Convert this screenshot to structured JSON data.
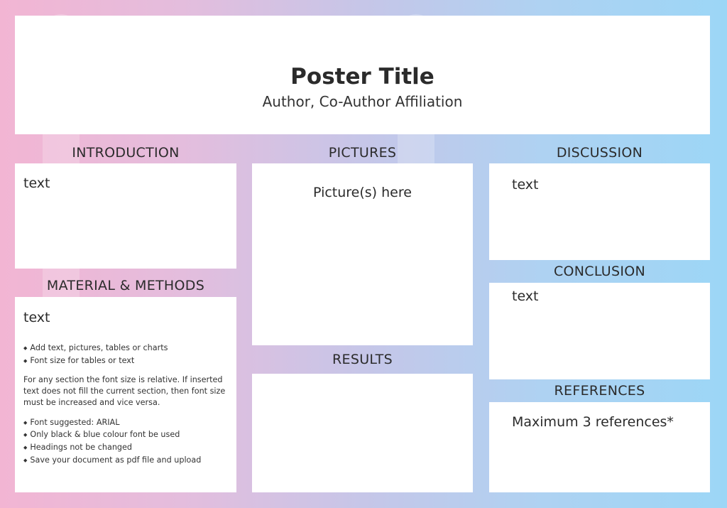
{
  "poster": {
    "title": "Poster Title",
    "authors": "Author, Co-Author Affiliation"
  },
  "introduction": {
    "heading": "INTRODUCTION",
    "text": "text"
  },
  "pictures": {
    "heading": "PICTURES",
    "text": "Picture(s) here"
  },
  "discussion": {
    "heading": "DISCUSSION",
    "text": "text"
  },
  "methods": {
    "heading": "MATERIAL & METHODS",
    "text": "text",
    "bullets_top": [
      "Add text, pictures, tables or charts",
      "Font size for tables or text"
    ],
    "paragraph": "For any section the font size is relative. If inserted text does not fill the current section, then font size must be increased and vice versa.",
    "bullets_bottom": [
      "Font suggested: ARIAL",
      "Only black & blue colour font be used",
      "Headings not be changed",
      "Save your document as pdf file and upload"
    ]
  },
  "results": {
    "heading": "RESULTS"
  },
  "conclusion": {
    "heading": "CONCLUSION",
    "text": "text"
  },
  "references": {
    "heading": "REFERENCES",
    "text": "Maximum 3 references*"
  }
}
